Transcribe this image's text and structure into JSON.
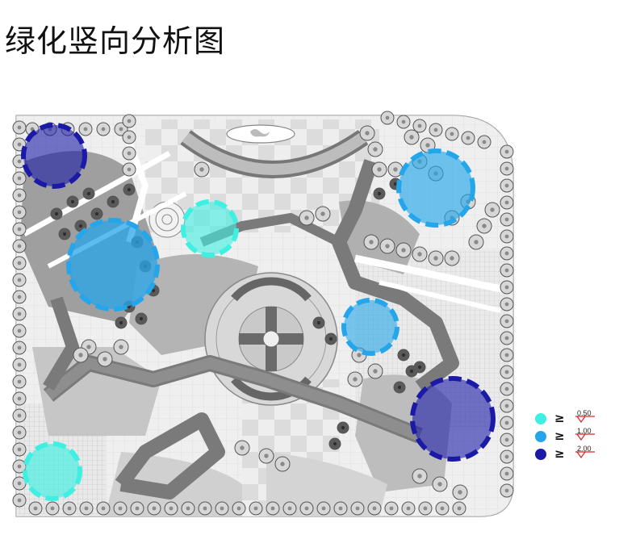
{
  "title": "绿化竖向分析图",
  "legend": {
    "items": [
      {
        "symbol": "≥",
        "value": "0.50",
        "color": "#3ff0e2"
      },
      {
        "symbol": "≥",
        "value": "1.00",
        "color": "#25a6ea"
      },
      {
        "symbol": "≥",
        "value": "2.00",
        "color": "#1a1aa6"
      }
    ],
    "mark_color": "#e02020"
  },
  "zones": [
    {
      "id": "zone-nw-corner",
      "level": "2.00"
    },
    {
      "id": "zone-west",
      "level": "1.00"
    },
    {
      "id": "zone-center-north",
      "level": "0.50"
    },
    {
      "id": "zone-northeast",
      "level": "1.00"
    },
    {
      "id": "zone-east",
      "level": "1.00"
    },
    {
      "id": "zone-southeast",
      "level": "2.00"
    },
    {
      "id": "zone-southwest",
      "level": "0.50"
    }
  ]
}
